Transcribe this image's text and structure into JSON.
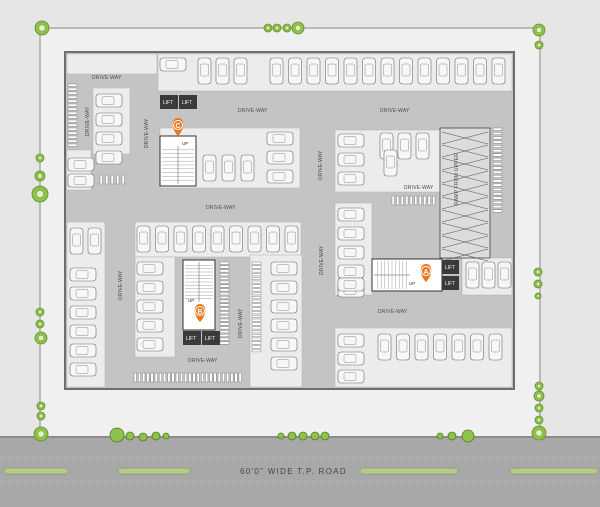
{
  "road": {
    "label": "60'0\" WIDE  T.P. ROAD"
  },
  "driveway_label": "DRIVE-WAY",
  "ramp_label": "RAMP FROM UPPER",
  "lift_label": "LIFT",
  "up_label": "UP",
  "cores": [
    {
      "id": "A",
      "label": "A"
    },
    {
      "id": "B",
      "label": "B"
    },
    {
      "id": "C",
      "label": "C"
    }
  ],
  "colors": {
    "background": "#e6e6e6",
    "plot": "#f2f2f2",
    "floor": "#c4c4c4",
    "parking_block": "#ededed",
    "road": "#a8a8a8",
    "marker": "#e8771e",
    "lift": "#3a3a3a",
    "tree": "#8fc24a"
  }
}
